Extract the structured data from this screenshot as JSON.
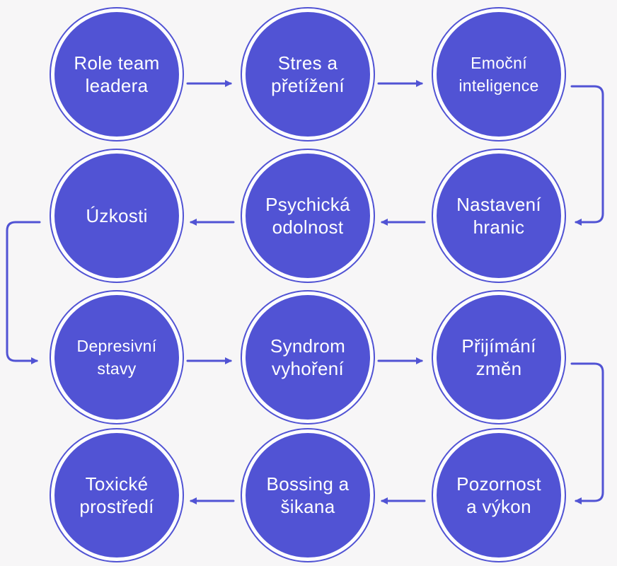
{
  "diagram": {
    "colors": {
      "node_fill": "#5153d4",
      "node_text": "#ffffff",
      "connector": "#5153d4",
      "background": "#f7f6f7"
    },
    "nodes": [
      {
        "id": "n1",
        "label": "Role team\nleadera"
      },
      {
        "id": "n2",
        "label": "Stres a\npřetížení"
      },
      {
        "id": "n3",
        "label": "Emoční\ninteligence"
      },
      {
        "id": "n4",
        "label": "Nastavení\nhranic"
      },
      {
        "id": "n5",
        "label": "Psychická\nodolnost"
      },
      {
        "id": "n6",
        "label": "Úzkosti"
      },
      {
        "id": "n7",
        "label": "Depresivní\nstavy"
      },
      {
        "id": "n8",
        "label": "Syndrom\nvyhoření"
      },
      {
        "id": "n9",
        "label": "Přijímání\nzměn"
      },
      {
        "id": "n10",
        "label": "Pozornost\na výkon"
      },
      {
        "id": "n11",
        "label": "Bossing a\nšikana"
      },
      {
        "id": "n12",
        "label": "Toxické\nprostředí"
      }
    ],
    "edges": [
      {
        "from": "n1",
        "to": "n2"
      },
      {
        "from": "n2",
        "to": "n3"
      },
      {
        "from": "n3",
        "to": "n4"
      },
      {
        "from": "n4",
        "to": "n5"
      },
      {
        "from": "n5",
        "to": "n6"
      },
      {
        "from": "n6",
        "to": "n7"
      },
      {
        "from": "n7",
        "to": "n8"
      },
      {
        "from": "n8",
        "to": "n9"
      },
      {
        "from": "n9",
        "to": "n10"
      },
      {
        "from": "n10",
        "to": "n11"
      },
      {
        "from": "n11",
        "to": "n12"
      }
    ]
  }
}
